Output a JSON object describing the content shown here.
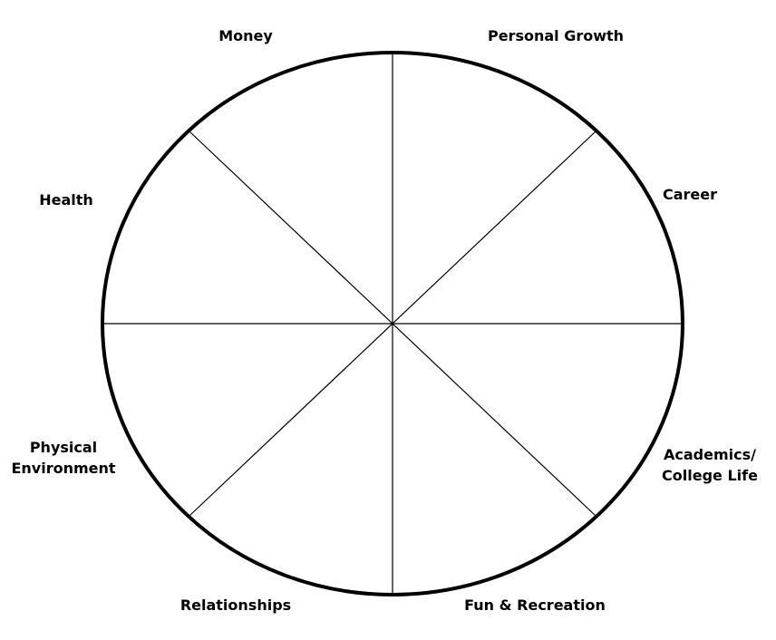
{
  "wheel": {
    "stroke_color": "#000000",
    "background_color": "#ffffff"
  },
  "labels": {
    "money": "Money",
    "personal_growth": "Personal Growth",
    "career": "Career",
    "health": "Health",
    "academics_line1": "Academics/",
    "academics_line2": "College Life",
    "physical_line1": "Physical",
    "physical_line2": "Environment",
    "relationships": "Relationships",
    "fun_recreation": "Fun & Recreation"
  }
}
